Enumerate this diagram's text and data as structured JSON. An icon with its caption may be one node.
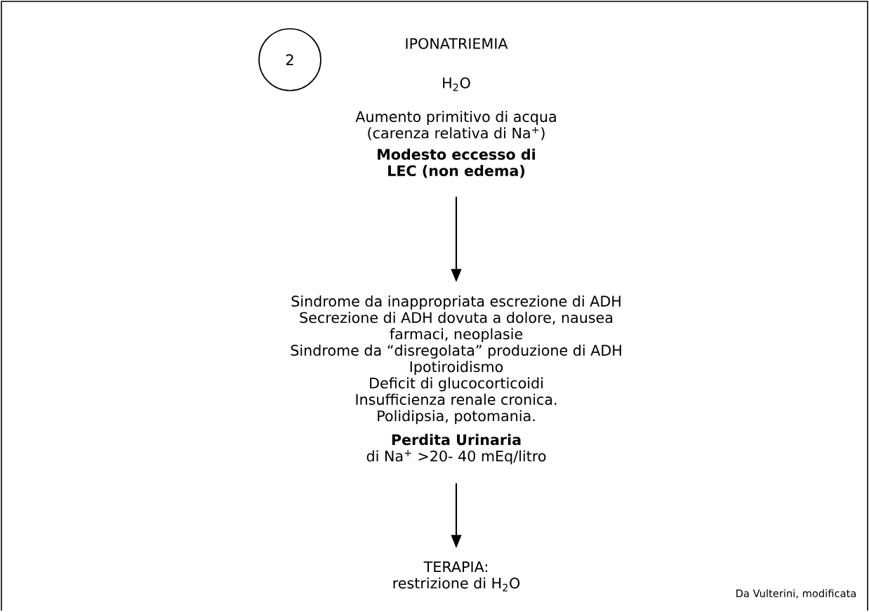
{
  "diagram": {
    "title": "IPONATRIEMIA",
    "nodes": [
      {
        "text": [
          "2"
        ]
      },
      {
        "text": [
          "Aumento primitivo di acqua (carenza relativa di Na$^{+}$)",
          "Modesto eccesso di LEC (non edema)"
        ]
      },
      {
        "text": [
          "Sindrome da inappropriata escrezione di ADH",
          "Secrezione di ADH dovuta a dolore, nausea",
          "farmaci, neoplasie",
          "Sindrome da “disregolata” produzione di ADH",
          "Ipotiroidismo",
          "Deficit di glucocorticoidi",
          "Insufficienza renale cronica.",
          "Polidipsia, potomania.",
          "Perdita Urinaria",
          "di Na$^{+}$ >20- 40 mEq/litro"
        ]
      },
      {
        "text": [
          "TERAPIA:",
          "restrizione di H$_{2}$O"
        ]
      }
    ],
    "edges": [
      {
        "from": 1,
        "to": 2,
        "arrow": "to"
      },
      {
        "from": 2,
        "to": 3,
        "arrow": "to"
      }
    ],
    "labels": [
      "H$_{2}$O"
    ],
    "caption": "Da Vulterini, modificata"
  }
}
